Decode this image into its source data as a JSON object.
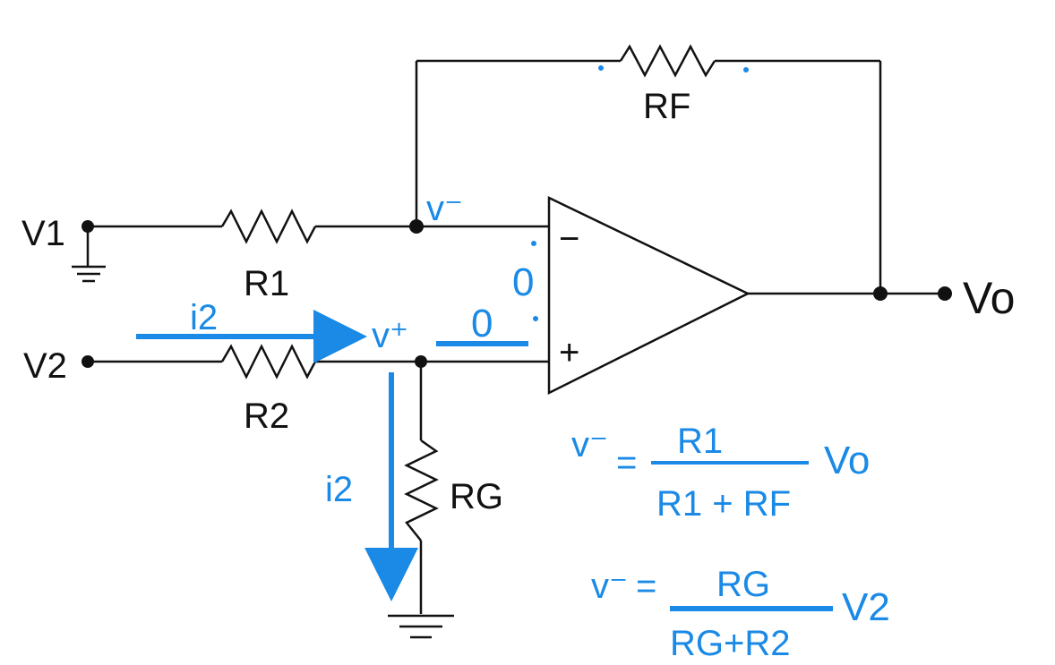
{
  "labels": {
    "v1": "V1",
    "v2": "V2",
    "vo": "Vo",
    "r1": "R1",
    "r2": "R2",
    "rf": "RF",
    "rg": "RG",
    "minus": "−",
    "plus": "+"
  },
  "annotations": {
    "v_minus": "v⁻",
    "v_plus": "v⁺",
    "zero_top": "0",
    "zero_left": "0",
    "i2_horizontal": "i2",
    "i2_vertical": "i2"
  },
  "equations": {
    "eq1": {
      "lhs": "v⁻",
      "equals": "=",
      "numerator": "R1",
      "denominator": "R1 + RF",
      "rhs": "Vo"
    },
    "eq2": {
      "lhs": "v⁻",
      "equals": "=",
      "numerator": "RG",
      "denominator": "RG+R2",
      "rhs": "V2"
    }
  },
  "colors": {
    "wire": "#111111",
    "annotation": "#1a8ae6"
  }
}
